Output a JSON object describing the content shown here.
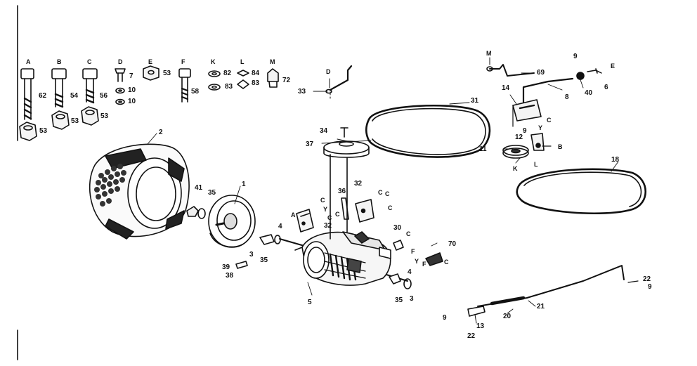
{
  "letters": [
    "A",
    "B",
    "C",
    "D",
    "E",
    "F",
    "K",
    "L",
    "M",
    "D",
    "M",
    "B",
    "E",
    "C",
    "Y",
    "K",
    "L",
    "A",
    "C",
    "Y",
    "C",
    "C",
    "C",
    "C",
    "C",
    "C",
    "F",
    "Y",
    "F",
    "C"
  ],
  "numbers": [
    "62",
    "54",
    "56",
    "7",
    "10",
    "10",
    "53",
    "58",
    "82",
    "83",
    "84",
    "83",
    "72",
    "53",
    "53",
    "53",
    "2",
    "33",
    "34",
    "37",
    "31",
    "69",
    "9",
    "40",
    "6",
    "8",
    "14",
    "9",
    "12",
    "11",
    "18",
    "36",
    "32",
    "32",
    "41",
    "35",
    "1",
    "4",
    "3",
    "35",
    "39",
    "38",
    "5",
    "30",
    "70",
    "4",
    "35",
    "3",
    "22",
    "9",
    "9",
    "13",
    "22",
    "20",
    "21"
  ]
}
